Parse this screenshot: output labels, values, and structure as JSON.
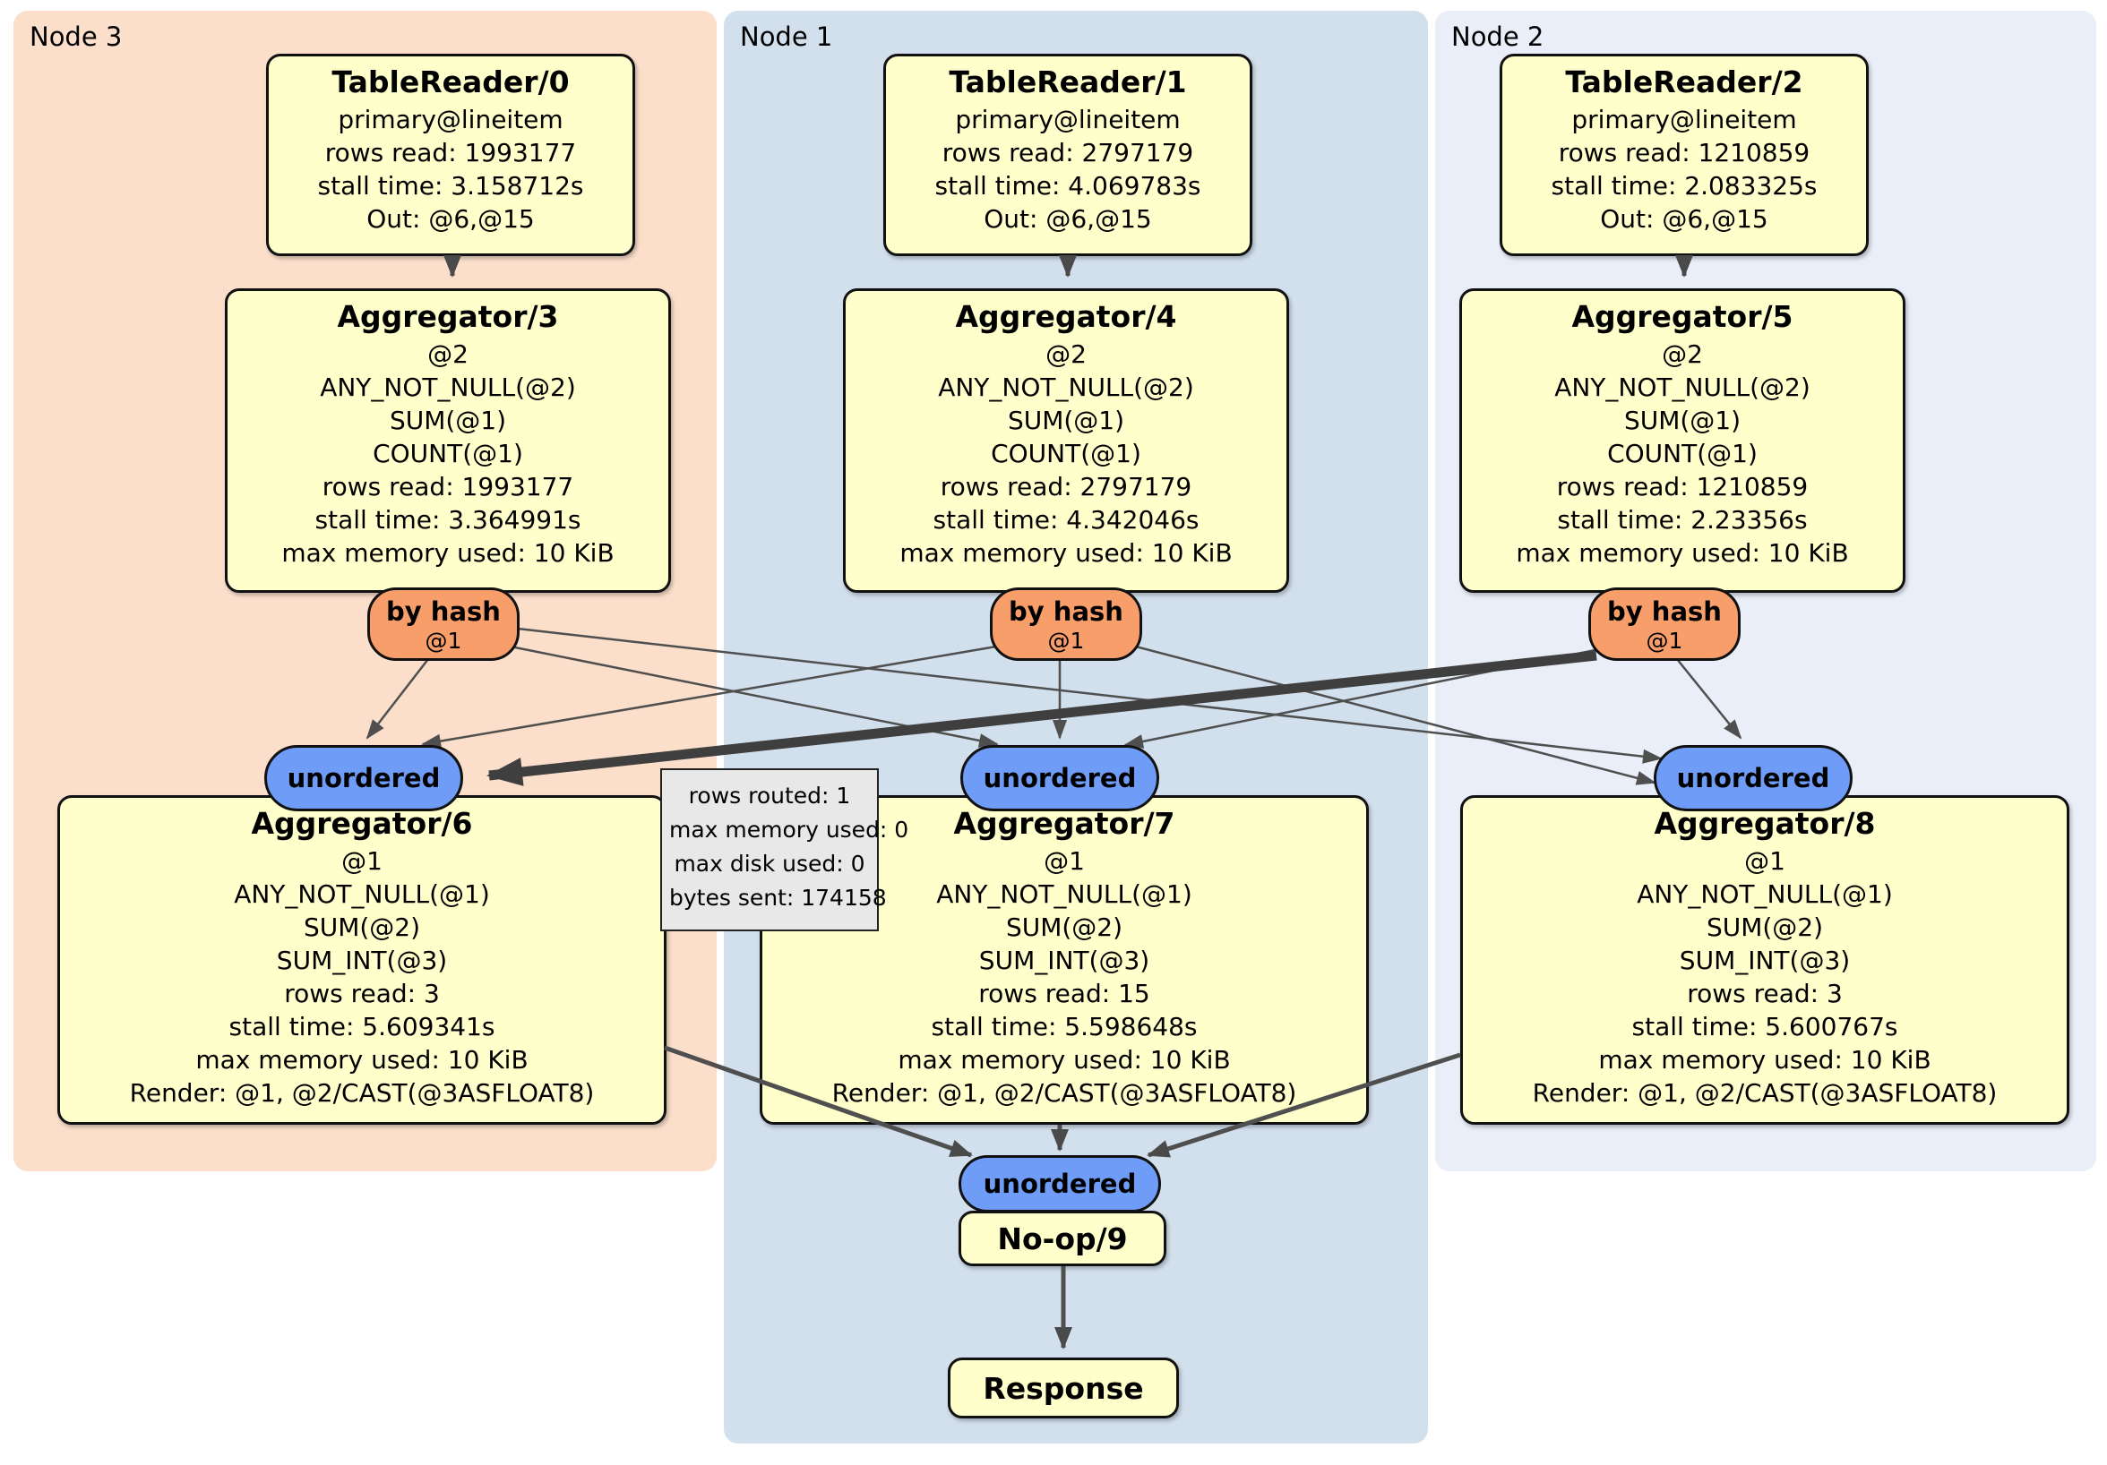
{
  "groups": {
    "node3": {
      "label": "Node 3"
    },
    "node1": {
      "label": "Node 1"
    },
    "node2": {
      "label": "Node 2"
    }
  },
  "processors": {
    "tr0": {
      "title": "TableReader/0",
      "lines": [
        "primary@lineitem",
        "rows read: 1993177",
        "stall time: 3.158712s",
        "Out: @6,@15"
      ]
    },
    "tr1": {
      "title": "TableReader/1",
      "lines": [
        "primary@lineitem",
        "rows read: 2797179",
        "stall time: 4.069783s",
        "Out: @6,@15"
      ]
    },
    "tr2": {
      "title": "TableReader/2",
      "lines": [
        "primary@lineitem",
        "rows read: 1210859",
        "stall time: 2.083325s",
        "Out: @6,@15"
      ]
    },
    "agg3": {
      "title": "Aggregator/3",
      "lines": [
        "@2",
        "ANY_NOT_NULL(@2)",
        "SUM(@1)",
        "COUNT(@1)",
        "rows read: 1993177",
        "stall time: 3.364991s",
        "max memory used: 10 KiB"
      ]
    },
    "agg4": {
      "title": "Aggregator/4",
      "lines": [
        "@2",
        "ANY_NOT_NULL(@2)",
        "SUM(@1)",
        "COUNT(@1)",
        "rows read: 2797179",
        "stall time: 4.342046s",
        "max memory used: 10 KiB"
      ]
    },
    "agg5": {
      "title": "Aggregator/5",
      "lines": [
        "@2",
        "ANY_NOT_NULL(@2)",
        "SUM(@1)",
        "COUNT(@1)",
        "rows read: 1210859",
        "stall time: 2.23356s",
        "max memory used: 10 KiB"
      ]
    },
    "agg6": {
      "title": "Aggregator/6",
      "lines": [
        "@1",
        "ANY_NOT_NULL(@1)",
        "SUM(@2)",
        "SUM_INT(@3)",
        "rows read: 3",
        "stall time: 5.609341s",
        "max memory used: 10 KiB",
        "Render: @1, @2/CAST(@3ASFLOAT8)"
      ]
    },
    "agg7": {
      "title": "Aggregator/7",
      "lines": [
        "@1",
        "ANY_NOT_NULL(@1)",
        "SUM(@2)",
        "SUM_INT(@3)",
        "rows read: 15",
        "stall time: 5.598648s",
        "max memory used: 10 KiB",
        "Render: @1, @2/CAST(@3ASFLOAT8)"
      ]
    },
    "agg8": {
      "title": "Aggregator/8",
      "lines": [
        "@1",
        "ANY_NOT_NULL(@1)",
        "SUM(@2)",
        "SUM_INT(@3)",
        "rows read: 3",
        "stall time: 5.600767s",
        "max memory used: 10 KiB",
        "Render: @1, @2/CAST(@3ASFLOAT8)"
      ]
    },
    "noop": {
      "title": "No-op/9"
    },
    "response": {
      "title": "Response"
    }
  },
  "routers": {
    "by_hash3": {
      "label": "by hash",
      "sub": "@1"
    },
    "by_hash4": {
      "label": "by hash",
      "sub": "@1"
    },
    "by_hash5": {
      "label": "by hash",
      "sub": "@1"
    }
  },
  "streams": {
    "unordered3": {
      "label": "unordered"
    },
    "unordered7": {
      "label": "unordered"
    },
    "unordered8": {
      "label": "unordered"
    },
    "unordered_final": {
      "label": "unordered"
    }
  },
  "tooltip": {
    "lines": [
      "rows routed: 1",
      "max memory used: 0",
      "max disk used: 0",
      "bytes sent: 174158"
    ]
  },
  "colors": {
    "node3_bg": "#fbdfcb",
    "node1_bg": "#d2dfec",
    "node2_bg": "#e9eef8",
    "processor_fill": "#ffffcc",
    "router_fill": "#f79e6b",
    "stream_fill": "#6e9cf6",
    "tooltip_bg": "#e8e8e8",
    "edge": "#4f4f4f"
  }
}
